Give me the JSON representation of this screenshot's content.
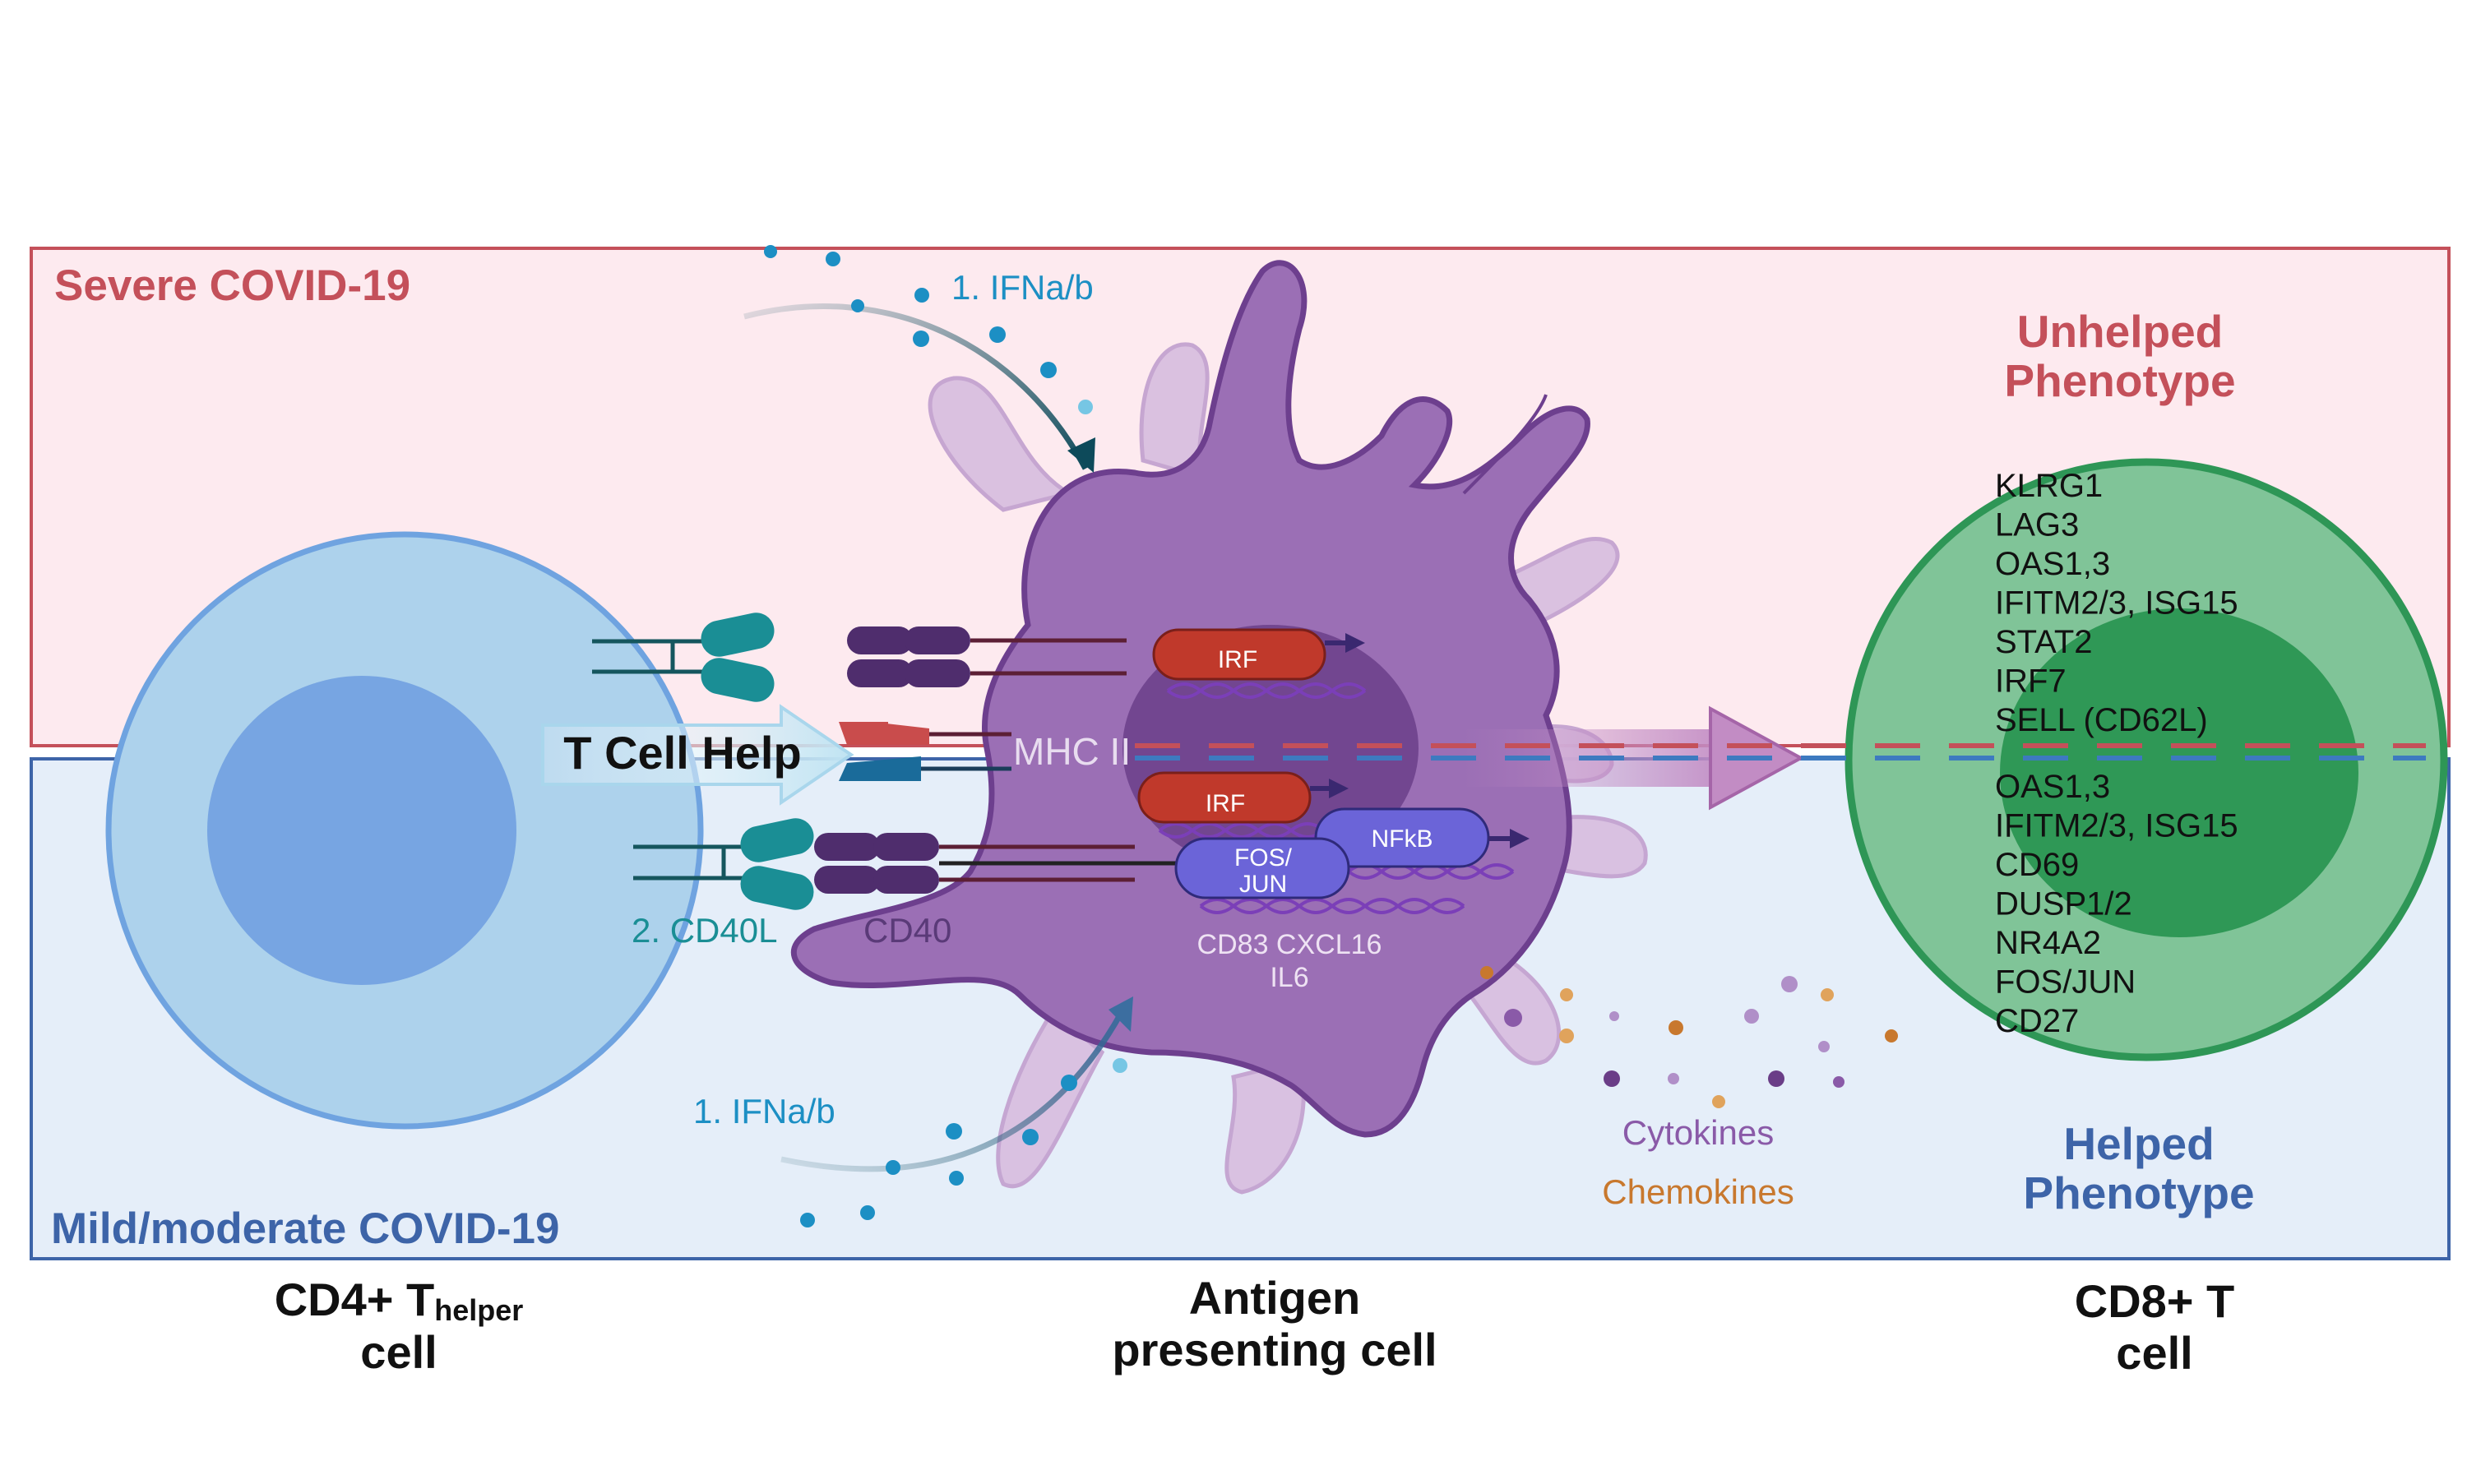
{
  "colors": {
    "severe_red": "#c4505a",
    "mild_blue": "#3d64a8",
    "severe_bg": "#fdeaef",
    "mild_bg": "#e5eef9",
    "teal": "#1a8e95",
    "irf_red": "#c0392b",
    "nfkb_blue": "#6b64d8",
    "apc_purple": "#9b6fb5",
    "cd8_green": "#2e9656",
    "cytokine_purple": "#8a5aa8",
    "chemokine_orange": "#c8782e",
    "ifn_blue": "#1c8fc4"
  },
  "regions": {
    "severe_label": "Severe COVID-19",
    "mild_label": "Mild/moderate COVID-19"
  },
  "signals": {
    "ifn_top": "1.  IFNa/b",
    "ifn_bottom": "1.  IFNa/b",
    "cd40l": "2. CD40L",
    "cd40": "CD40",
    "mhc": "MHC II",
    "t_cell_help": "T Cell Help"
  },
  "nucleus": {
    "irf_top": "IRF",
    "irf_mid": "IRF",
    "fos_jun": "FOS/\nJUN",
    "nfkb": "NFkB",
    "targets_line1": "CD83 CXCL16",
    "targets_line2": "IL6"
  },
  "secreted": {
    "cytokines": "Cytokines",
    "chemokines": "Chemokines"
  },
  "phenotypes": {
    "unhelped_title": "Unhelped\nPhenotype",
    "unhelped_genes": [
      "KLRG1",
      "LAG3",
      "OAS1,3",
      "IFITM2/3, ISG15",
      "STAT2",
      "IRF7",
      "SELL (CD62L)"
    ],
    "helped_title": "Helped\nPhenotype",
    "helped_genes": [
      "OAS1,3",
      "IFITM2/3, ISG15",
      "CD69",
      "DUSP1/2",
      "NR4A2",
      "FOS/JUN",
      "CD27"
    ]
  },
  "cells": {
    "cd4_main": "CD4+ T",
    "cd4_sub": "helper",
    "cd4_line2": "cell",
    "apc_line1": "Antigen",
    "apc_line2": "presenting cell",
    "cd8_line1": "CD8+ T",
    "cd8_line2": "cell"
  }
}
